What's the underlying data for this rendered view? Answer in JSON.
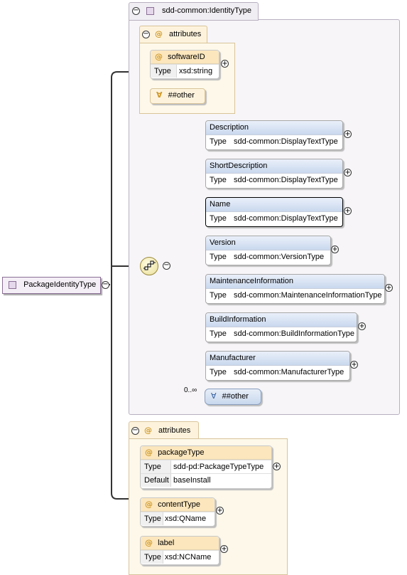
{
  "root": {
    "label": "PackageIdentityType"
  },
  "identity_type": {
    "label": "sdd-common:IdentityType"
  },
  "inner_attributes": {
    "label": "attributes",
    "softwareID": {
      "name": "softwareID",
      "type_key": "Type",
      "type_value": "xsd:string"
    },
    "other": {
      "label": "##other"
    }
  },
  "elements": [
    {
      "name": "Description",
      "type_key": "Type",
      "type_value": "sdd-common:DisplayTextType"
    },
    {
      "name": "ShortDescription",
      "type_key": "Type",
      "type_value": "sdd-common:DisplayTextType"
    },
    {
      "name": "Name",
      "type_key": "Type",
      "type_value": "sdd-common:DisplayTextType"
    },
    {
      "name": "Version",
      "type_key": "Type",
      "type_value": "sdd-common:VersionType"
    },
    {
      "name": "MaintenanceInformation",
      "type_key": "Type",
      "type_value": "sdd-common:MaintenanceInformationType"
    },
    {
      "name": "BuildInformation",
      "type_key": "Type",
      "type_value": "sdd-common:BuildInformationType"
    },
    {
      "name": "Manufacturer",
      "type_key": "Type",
      "type_value": "sdd-common:ManufacturerType"
    }
  ],
  "any_element": {
    "occurrence": "0..∞",
    "label": "##other"
  },
  "outer_attributes": {
    "label": "attributes",
    "packageType": {
      "name": "packageType",
      "type_key": "Type",
      "type_value": "sdd-pd:PackageTypeType",
      "default_key": "Default",
      "default_value": "baseInstall"
    },
    "contentType": {
      "name": "contentType",
      "type_key": "Type",
      "type_value": "xsd:QName"
    },
    "label_attr": {
      "name": "label",
      "type_key": "Type",
      "type_value": "xsd:NCName"
    }
  },
  "symbols": {
    "collapse": "−",
    "expand": "+",
    "at": "@",
    "any": "∀"
  }
}
